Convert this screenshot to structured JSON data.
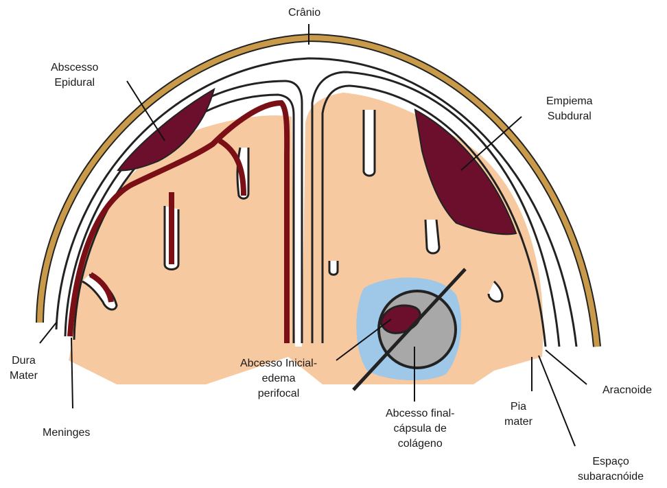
{
  "colors": {
    "skull": "#c99a4a",
    "brain": "#f7c9a0",
    "pus": "#6b0f2c",
    "edema": "#9fc7e8",
    "capsule": "#a8a8a8",
    "vessel": "#7a0f16",
    "membrane_line": "#1a1a1a"
  },
  "labels": {
    "cranio": "Crânio",
    "abscesso_epidural": [
      "Abscesso",
      "Epidural"
    ],
    "empiema_subdural": [
      "Empiema",
      "Subdural"
    ],
    "dura_mater": [
      "Dura",
      "Mater"
    ],
    "meninges": "Meninges",
    "abcesso_inicial": [
      "Abcesso Inicial-",
      "edema",
      "perifocal"
    ],
    "abcesso_final": [
      "Abcesso final-",
      "cápsula de",
      "colágeno"
    ],
    "pia_mater": [
      "Pia",
      "mater"
    ],
    "aracnoide": "Aracnoide",
    "espaco_subaracnoide": [
      "Espaço",
      "subaracnóide"
    ]
  }
}
